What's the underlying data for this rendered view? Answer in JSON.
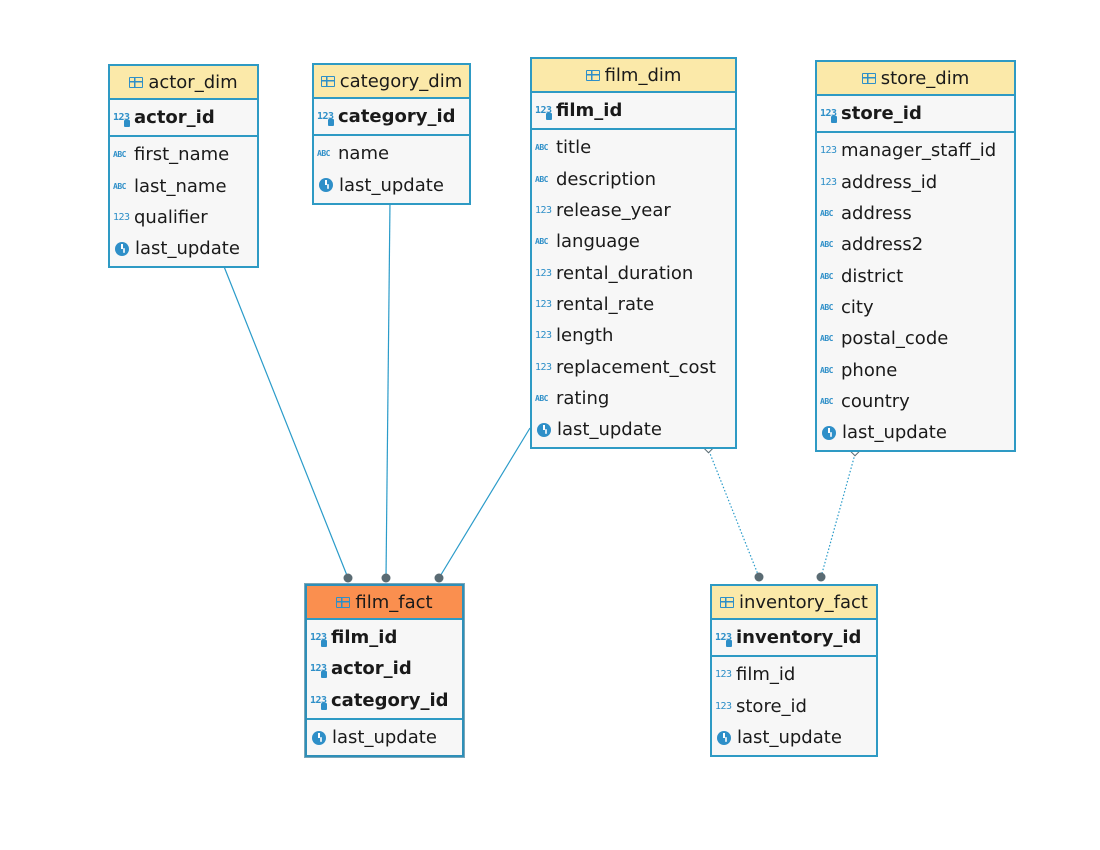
{
  "tables": {
    "actor_dim": {
      "name": "actor_dim",
      "key_columns": [
        {
          "name": "actor_id",
          "type": "num"
        }
      ],
      "columns": [
        {
          "name": "first_name",
          "type": "text"
        },
        {
          "name": "last_name",
          "type": "text"
        },
        {
          "name": "qualifier",
          "type": "num"
        },
        {
          "name": "last_update",
          "type": "time"
        }
      ]
    },
    "category_dim": {
      "name": "category_dim",
      "key_columns": [
        {
          "name": "category_id",
          "type": "num"
        }
      ],
      "columns": [
        {
          "name": "name",
          "type": "text"
        },
        {
          "name": "last_update",
          "type": "time"
        }
      ]
    },
    "film_dim": {
      "name": "film_dim",
      "key_columns": [
        {
          "name": "film_id",
          "type": "num"
        }
      ],
      "columns": [
        {
          "name": "title",
          "type": "text"
        },
        {
          "name": "description",
          "type": "text"
        },
        {
          "name": "release_year",
          "type": "num"
        },
        {
          "name": "language",
          "type": "text"
        },
        {
          "name": "rental_duration",
          "type": "num"
        },
        {
          "name": "rental_rate",
          "type": "num"
        },
        {
          "name": "length",
          "type": "num"
        },
        {
          "name": "replacement_cost",
          "type": "num"
        },
        {
          "name": "rating",
          "type": "text"
        },
        {
          "name": "last_update",
          "type": "time"
        }
      ]
    },
    "store_dim": {
      "name": "store_dim",
      "key_columns": [
        {
          "name": "store_id",
          "type": "num"
        }
      ],
      "columns": [
        {
          "name": "manager_staff_id",
          "type": "num"
        },
        {
          "name": "address_id",
          "type": "num"
        },
        {
          "name": "address",
          "type": "text"
        },
        {
          "name": "address2",
          "type": "text"
        },
        {
          "name": "district",
          "type": "text"
        },
        {
          "name": "city",
          "type": "text"
        },
        {
          "name": "postal_code",
          "type": "text"
        },
        {
          "name": "phone",
          "type": "text"
        },
        {
          "name": "country",
          "type": "text"
        },
        {
          "name": "last_update",
          "type": "time"
        }
      ]
    },
    "film_fact": {
      "name": "film_fact",
      "key_columns": [
        {
          "name": "film_id",
          "type": "num"
        },
        {
          "name": "actor_id",
          "type": "num"
        },
        {
          "name": "category_id",
          "type": "num"
        }
      ],
      "columns": [
        {
          "name": "last_update",
          "type": "time"
        }
      ]
    },
    "inventory_fact": {
      "name": "inventory_fact",
      "key_columns": [
        {
          "name": "inventory_id",
          "type": "num"
        }
      ],
      "columns": [
        {
          "name": "film_id",
          "type": "num"
        },
        {
          "name": "store_id",
          "type": "num"
        },
        {
          "name": "last_update",
          "type": "time"
        }
      ]
    }
  },
  "relationships": [
    {
      "from": "actor_dim",
      "to": "film_fact",
      "style": "solid"
    },
    {
      "from": "category_dim",
      "to": "film_fact",
      "style": "solid"
    },
    {
      "from": "film_dim",
      "to": "film_fact",
      "style": "solid"
    },
    {
      "from": "film_dim",
      "to": "inventory_fact",
      "style": "dotted"
    },
    {
      "from": "store_dim",
      "to": "inventory_fact",
      "style": "dotted"
    }
  ],
  "colors": {
    "border": "#2e9ac4",
    "header_dim": "#fbe9a9",
    "header_fact_selected": "#fa8f4f",
    "icon": "#2e8fc8",
    "link": "#2a9bc9",
    "row_background": "#f7f7f7"
  }
}
